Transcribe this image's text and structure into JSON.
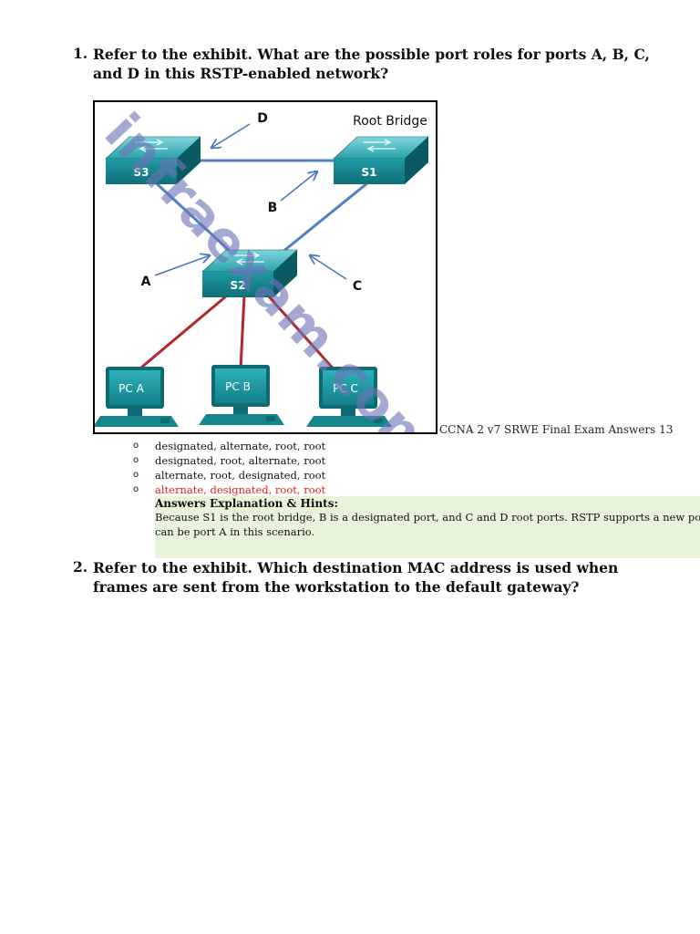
{
  "question1": {
    "number": "1.",
    "text": "Refer to the exhibit. What are the possible port roles for ports A, B, C, and D in this RSTP-enabled network?",
    "exhibit": {
      "root_bridge_label": "Root Bridge",
      "switches": [
        "S3",
        "S1",
        "S2"
      ],
      "ports": [
        "D",
        "B",
        "A",
        "C"
      ],
      "pcs": [
        "PC A",
        "PC B",
        "PC C"
      ],
      "watermark": "infraexam.com",
      "colors": {
        "trunk_link": "#4f7fc4",
        "access_link": "#b2272f",
        "switch_body": "#1e8b93",
        "arrow": "#4a78c0"
      }
    },
    "caption": "CCNA 2 v7 SRWE Final Exam Answers 13",
    "options": [
      "designated, alternate, root, root",
      "designated, root, alternate, root",
      "alternate, root, designated, root",
      "alternate, designated, root, root"
    ],
    "correct_index": 3,
    "explanation": {
      "title": "Answers Explanation & Hints:",
      "line1": "Because S1 is the root bridge, B is a designated port, and C and D root ports. RSTP supports a new port type",
      "line2": "can be port A in this scenario."
    }
  },
  "question2": {
    "number": "2.",
    "text": "Refer to the exhibit. Which destination MAC address is used when frames are sent from the workstation to the default gateway?"
  }
}
